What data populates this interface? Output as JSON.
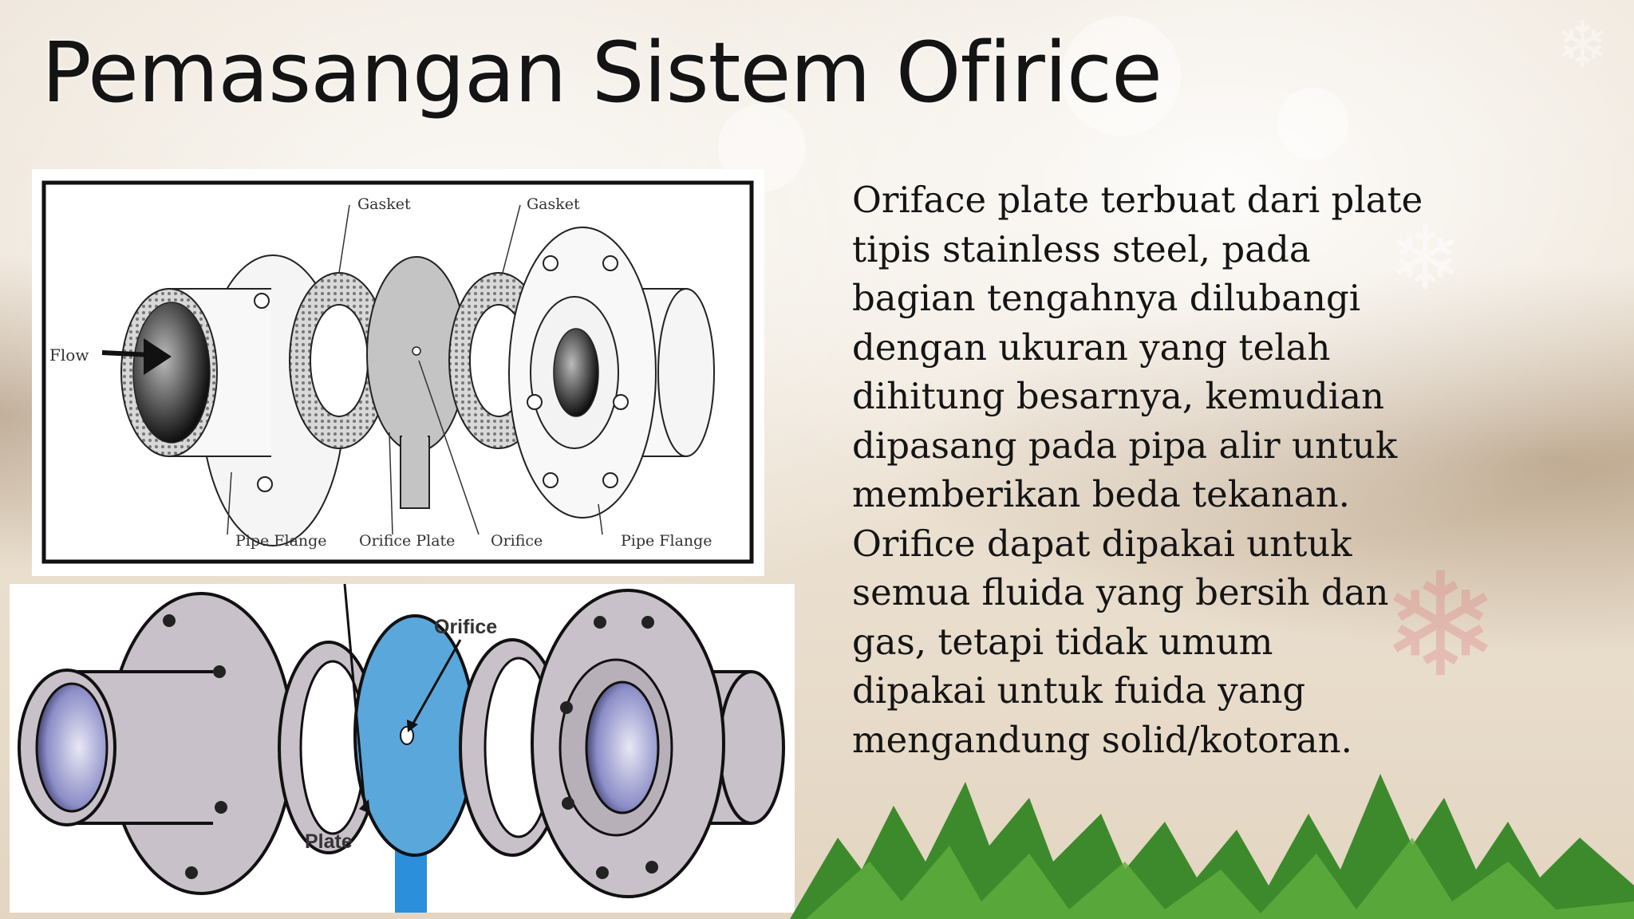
{
  "slide": {
    "title": "Pemasangan Sistem Ofirice",
    "body_lines": [
      "Oriface plate terbuat dari plate",
      "tipis stainless steel, pada",
      "bagian tengahnya dilubangi",
      "dengan ukuran yang telah",
      "dihitung besarnya, kemudian",
      "dipasang pada pipa alir untuk",
      "memberikan beda tekanan.",
      "Orifice dapat dipakai untuk",
      "semua fluida yang bersih dan",
      "gas, tetapi tidak umum",
      "dipakai untuk fuida yang",
      "mengandung solid/kotoran."
    ]
  },
  "diagram_top": {
    "labels": {
      "gasket_left": "Gasket",
      "gasket_right": "Gasket",
      "flow": "Flow",
      "pipe_flange_left": "Pipe Flange",
      "orifice_plate": "Orifice Plate",
      "orifice": "Orifice",
      "pipe_flange_right": "Pipe Flange"
    }
  },
  "diagram_bottom": {
    "labels": {
      "orifice": "Orifice",
      "plate": "Plate"
    },
    "colors": {
      "flange": "#c9c1c9",
      "plate": "#5aa7dc",
      "bore": "#8c8ec8"
    }
  },
  "theme": {
    "title_color": "#141414",
    "leaf_color": "#3d8a2c"
  }
}
